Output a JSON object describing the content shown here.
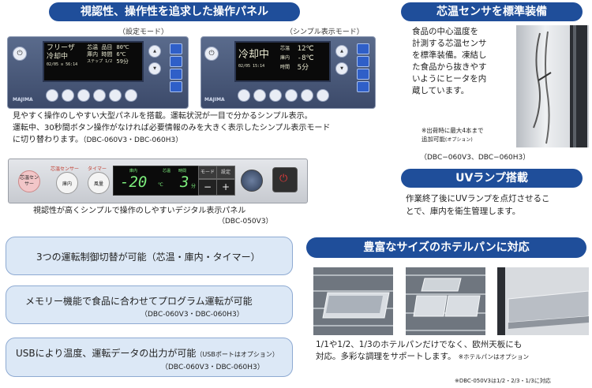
{
  "header_panel": {
    "title": "視認性、操作性を追求した操作パネル"
  },
  "panel_set": {
    "caption": "（設定モード）",
    "lcd_lines": [
      "フリーザ",
      "冷却中",
      "02/05 ≡ 56:14"
    ],
    "lcd_right": [
      "芯温 品目",
      "庫内 時間",
      "ステップ 1/2"
    ],
    "lcd_values": [
      "80℃",
      "6℃",
      "59分"
    ]
  },
  "panel_simple": {
    "caption": "（シンプル表示モード）",
    "lcd_main": "冷却中",
    "lcd_date": "02/05 15:14",
    "lcd_labels": [
      "芯温",
      "庫内",
      "時間"
    ],
    "lcd_values": [
      "12℃",
      "-8℃",
      "5分"
    ]
  },
  "panel_brand": "MAJIMA",
  "desc1": [
    "見やすく操作のしやすい大型パネルを搭載。運転状況が一目で分かるシンプル表示。",
    "運転中、30秒間ボタン操作がなければ必要情報のみを大きく表示したシンプル表示モード",
    "に切り替わります。"
  ],
  "desc1_model": "（DBC-060V3・DBC-060H3）",
  "digital_panel": {
    "btn1": "芯温センサー",
    "btn2": "庫内",
    "btn3": "風量",
    "lbl_a": "芯温センサー",
    "lbl_b": "タイマー",
    "hdr1": "庫内",
    "hdr2": "芯温",
    "hdr3": "時間",
    "temp": "-20",
    "unit": "℃",
    "time": "3",
    "time_unit": "分",
    "mode": "モード",
    "set": "設定",
    "minus": "−",
    "plus": "+"
  },
  "desc2": "視認性が高くシンプルで操作のしやすいデジタル表示パネル",
  "desc2_model": "（DBC-050V3）",
  "features": [
    {
      "text": "3つの運転制御切替が可能（芯温・庫内・タイマー）",
      "model": ""
    },
    {
      "text": "メモリー機能で食品に合わせてプログラム運転が可能",
      "model": "（DBC-060V3・DBC-060H3）"
    },
    {
      "text": "USBにより温度、運転データの出力が可能",
      "sub": "（USBポートはオプション）",
      "model": "（DBC-060V3・DBC-060H3）"
    }
  ],
  "sensor": {
    "title": "芯温センサを標準装備",
    "body": [
      "食品の中心温度を",
      "計測する芯温センサ",
      "を標準装備。凍結し",
      "た食品から抜きやす",
      "いようにヒータを内",
      "蔵しています。"
    ],
    "note": [
      "※出荷時に最大4本まで",
      "追加可能"
    ],
    "note_opt": "(オプション)",
    "model": "（DBC−060V3、DBC−060H3）"
  },
  "uv": {
    "title": "UVランプ搭載",
    "body": [
      "作業終了後にUVランプを点灯させるこ",
      "とで、庫内を衛生管理します。"
    ]
  },
  "hotel": {
    "title": "豊富なサイズのホテルパンに対応",
    "body": [
      "1/1や1/2、1/3のホテルパンだけでなく、欧州天板にも",
      "対応。多彩な調理をサポートします。"
    ],
    "note": "※ホテルパンはオプション",
    "model_note": "※DBC-050V3は1/2・2/3・1/3に対応"
  }
}
